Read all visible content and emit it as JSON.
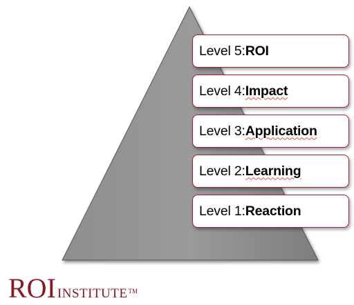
{
  "levels": [
    {
      "prefix": "Level 5: ",
      "name": "ROI",
      "underlined": false
    },
    {
      "prefix": "Level 4: ",
      "name": "Impact",
      "underlined": true
    },
    {
      "prefix": "Level 3: ",
      "name": "Application",
      "underlined": true
    },
    {
      "prefix": "Level 2: ",
      "name": "Learning",
      "underlined": true
    },
    {
      "prefix": "Level 1: ",
      "name": "Reaction",
      "underlined": false
    }
  ],
  "logo": {
    "big": "ROI",
    "small": "INSTITUTE",
    "tm": "TM"
  },
  "colors": {
    "pyramid_fill": "#8c8c8c",
    "box_border": "#a8202a",
    "logo": "#8a1722"
  }
}
